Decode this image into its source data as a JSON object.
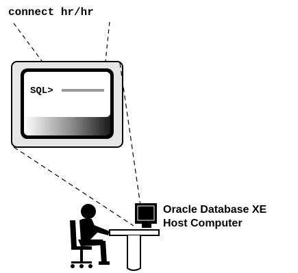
{
  "command": "connect hr/hr",
  "screen": {
    "prompt": "SQL>"
  },
  "host": {
    "label_line1": "Oracle Database XE",
    "label_line2": "Host Computer"
  },
  "colors": {
    "ink": "#000000",
    "frame_fill": "#e6e6e6",
    "screen_light": "#ffffff",
    "screen_dark": "#1a1a1a",
    "cursor_bar": "#9a9a9a"
  },
  "icons": [
    "person-at-desk-icon",
    "computer-monitor-icon"
  ]
}
